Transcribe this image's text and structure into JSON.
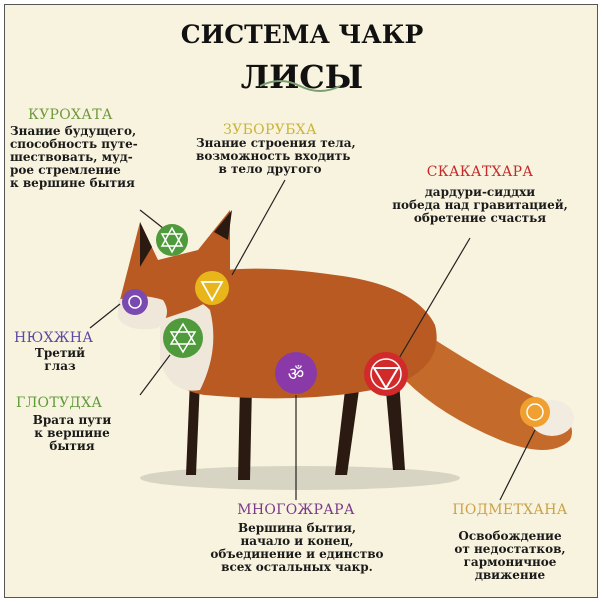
{
  "title": {
    "line1": "СИСТЕМА ЧАКР",
    "line2": "ЛИСЫ"
  },
  "chakras": [
    {
      "name": "КУРОХАТА",
      "color": "#6f9a3c",
      "text": "Знание будущего,\nспособность путе-\nшествовать, муд-\nрое стремление\nк вершине бытия"
    },
    {
      "name": "ЗУБОРУБХА",
      "color": "#c9b43a",
      "text": "Знание строения тела,\nвозможность входить\nв тело другого"
    },
    {
      "name": "СКАКАТХАРА",
      "color": "#c42a2a",
      "text": "дардури-сиддхи\nпобеда над гравитацией,\nобретение счастья"
    },
    {
      "name": "НЮХЖНА",
      "color": "#5a4aa0",
      "text": "Третий\nглаз"
    },
    {
      "name": "ГЛОТУДХА",
      "color": "#5f9a3a",
      "text": "Врата пути\nк вершине\nбытия"
    },
    {
      "name": "МНОГОЖРАРА",
      "color": "#7a3a8a",
      "text": "Вершина бытия,\nначало и конец,\nобъединение и единство\nвсех остальных чакр."
    },
    {
      "name": "ПОДМЕТХАНА",
      "color": "#c9a24a",
      "text": "Освобождение\nот недостатков,\nгармоничное\nдвижение"
    }
  ],
  "symbol_colors": {
    "crown": "#4f9a3a",
    "throat_yellow": "#e8b51a",
    "nose": "#7a4ab0",
    "chest": "#4f9a3a",
    "belly": "#8a3aa8",
    "hip": "#d22a2a",
    "tail": "#f0a030"
  }
}
